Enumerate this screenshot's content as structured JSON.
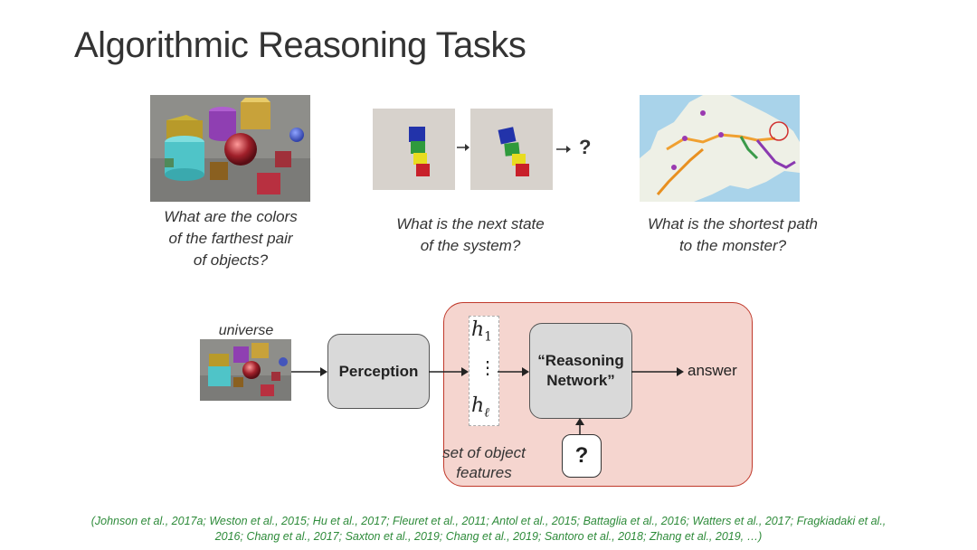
{
  "slide": {
    "title": "Algorithmic Reasoning Tasks"
  },
  "tasks": [
    {
      "caption_lines": [
        "What are the colors",
        "of the farthest pair",
        "of objects?"
      ]
    },
    {
      "caption_lines": [
        "What is the next state",
        "of the system?"
      ],
      "question_mark": "?"
    },
    {
      "caption_lines": [
        "What is the shortest path",
        "to the monster?"
      ]
    }
  ],
  "diagram": {
    "universe_label": "universe",
    "perception_label": "Perception",
    "reasoning_label_lines": [
      "“Reasoning",
      "Network”"
    ],
    "answer_label": "answer",
    "h_first": "h",
    "h_first_sub": "1",
    "h_dots": "⋮",
    "h_last": "h",
    "h_last_sub": "ℓ",
    "features_label_lines": [
      "set of object",
      "features"
    ],
    "unknown_label": "?"
  },
  "references": "(Johnson et al., 2017a; Weston et al., 2015; Hu et al., 2017; Fleuret et al., 2011; Antol et al., 2015; Battaglia et al., 2016; Watters et al., 2017; Fragkiadaki et al., 2016; Chang et al., 2017; Saxton et al., 2019; Chang et al., 2019; Santoro et al., 2018; Zhang et al., 2019, …)",
  "colors": {
    "region_fill": "#f5d5cf",
    "region_border": "#c0392b",
    "box_fill": "#d9d9d9",
    "reference_text": "#2e8b3a"
  }
}
